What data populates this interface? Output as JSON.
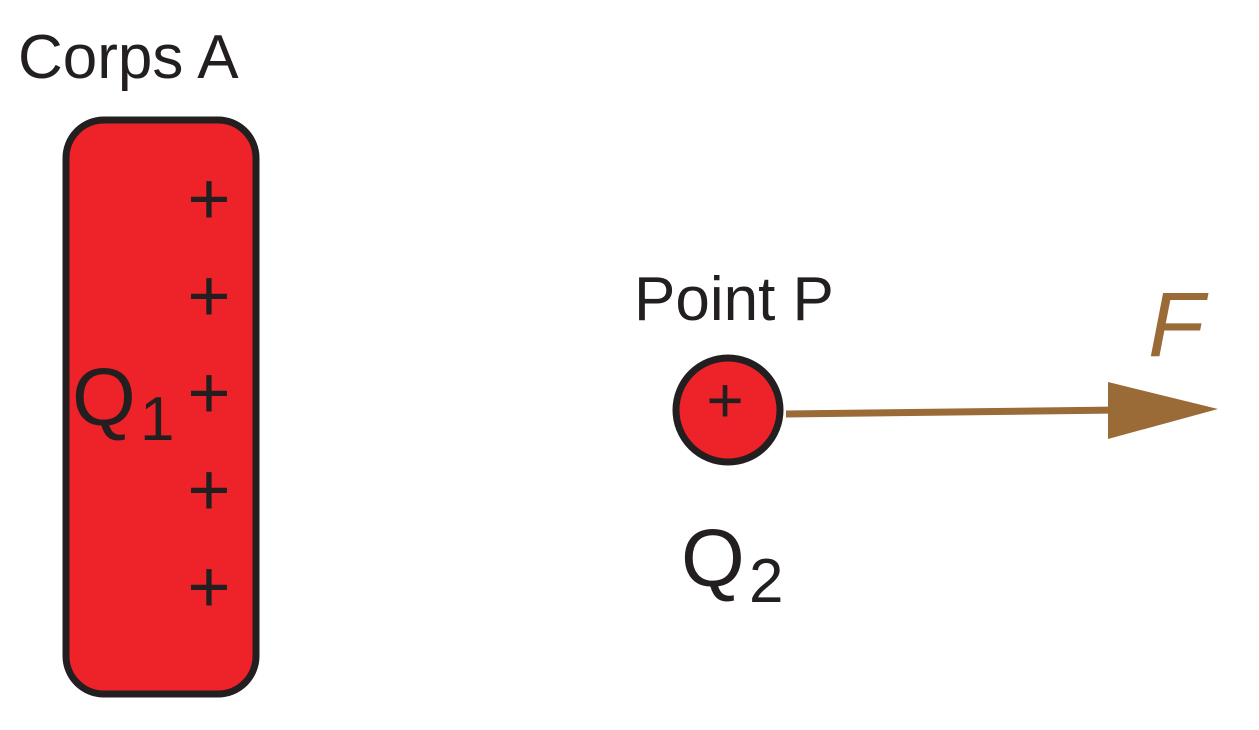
{
  "body_a": {
    "label": "Corps A",
    "charge_label": "Q",
    "charge_sub": "1",
    "signs": [
      "+",
      "+",
      "+",
      "+",
      "+"
    ],
    "fill_color": "#ee2229",
    "stroke_color": "#231f20"
  },
  "point_p": {
    "label": "Point P",
    "charge_label": "Q",
    "charge_sub": "2",
    "sign": "+",
    "fill_color": "#ee2229",
    "stroke_color": "#231f20"
  },
  "force": {
    "label": "F",
    "color": "#9a6a37"
  }
}
